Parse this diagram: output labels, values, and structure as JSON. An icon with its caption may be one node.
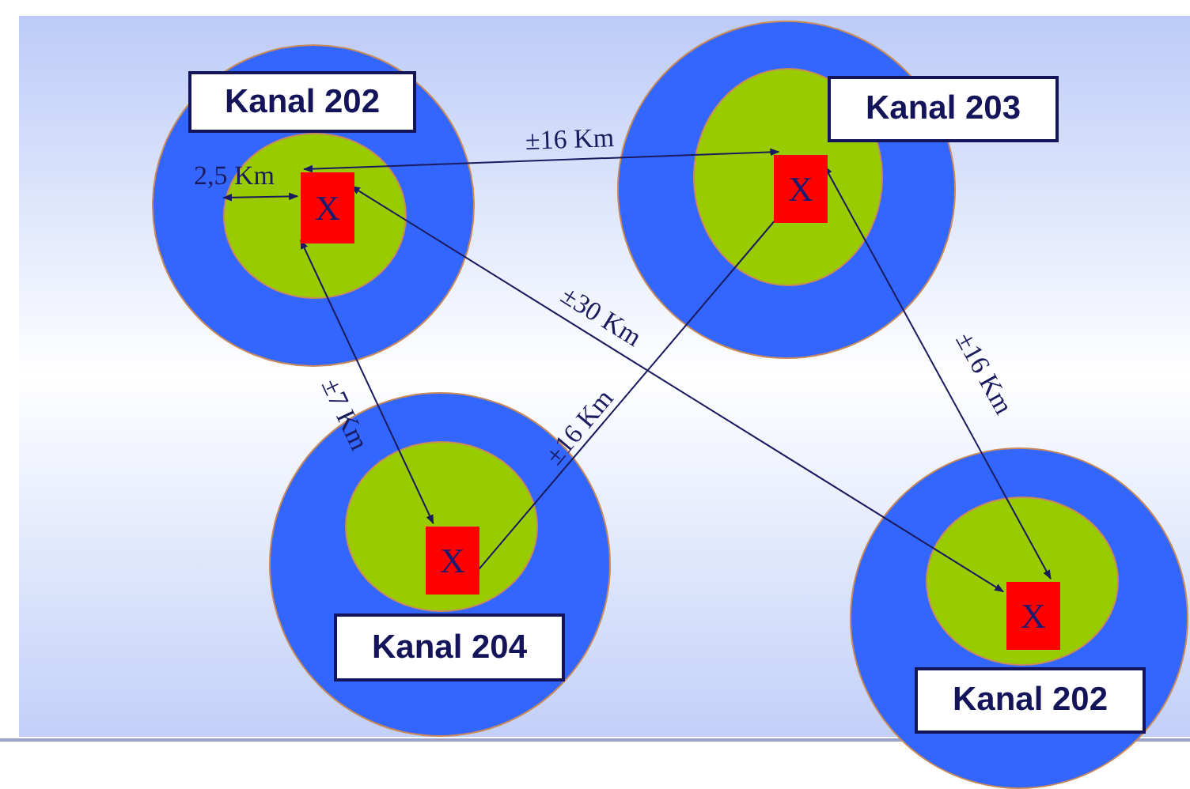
{
  "diagram": {
    "nodes": [
      {
        "text": [],
        "shape": "circle"
      },
      {
        "text": [],
        "shape": "circle",
        "in": 0
      },
      {
        "text": [
          "X"
        ],
        "in": 1
      },
      {
        "text": [
          "Kanal 202"
        ],
        "in": 0
      },
      {
        "text": [],
        "shape": "circle"
      },
      {
        "text": [],
        "shape": "circle",
        "in": 4
      },
      {
        "text": [
          "X"
        ],
        "in": 5
      },
      {
        "text": [
          "Kanal 203"
        ]
      },
      {
        "text": [],
        "shape": "circle"
      },
      {
        "text": [],
        "shape": "circle",
        "in": 8
      },
      {
        "text": [
          "X"
        ],
        "in": 9
      },
      {
        "text": [
          "Kanal 204"
        ],
        "in": 8
      },
      {
        "text": [],
        "shape": "circle"
      },
      {
        "text": [],
        "shape": "circle",
        "in": 12
      },
      {
        "text": [
          "X"
        ],
        "in": 13
      },
      {
        "text": [
          "Kanal 202"
        ],
        "in": 12
      }
    ],
    "edges": [
      {
        "from": 2,
        "to": 6,
        "arrow": "both",
        "label": "±16 Km"
      },
      {
        "from": 1,
        "to": 2,
        "arrow": "both",
        "label": "2,5 Km"
      },
      {
        "from": 2,
        "to": 14,
        "arrow": "both",
        "label": "±30 Km"
      },
      {
        "from": 2,
        "to": 10,
        "arrow": "both",
        "label": "±7 Km"
      },
      {
        "from": 10,
        "to": 6,
        "arrow": "none",
        "label": "±16 Km"
      },
      {
        "from": 6,
        "to": 14,
        "arrow": "both",
        "label": "±16 Km"
      }
    ]
  }
}
